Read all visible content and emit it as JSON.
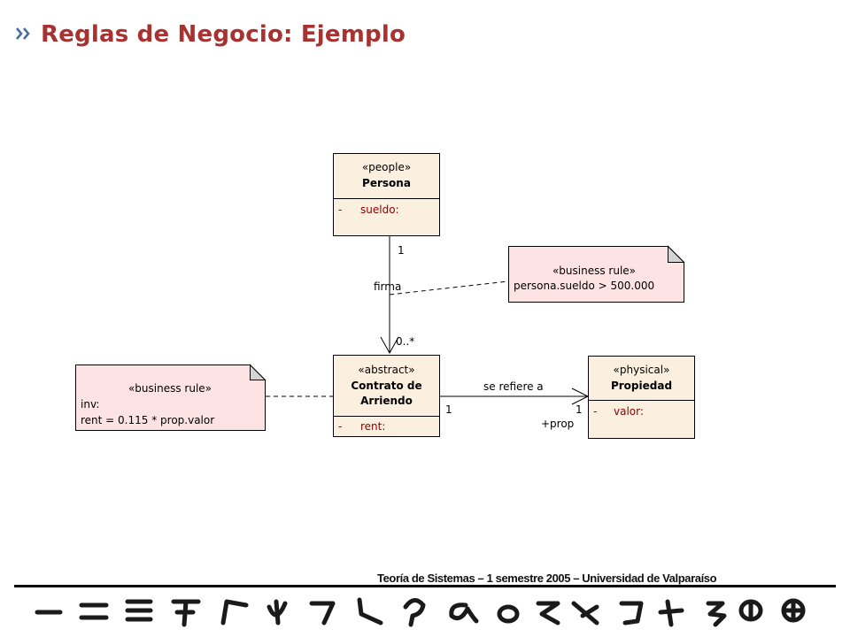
{
  "slide": {
    "title": "Reglas de Negocio: Ejemplo",
    "footer": "Teoría de Sistemas – 1 semestre 2005 – Universidad de Valparaíso"
  },
  "colors": {
    "title": "#a83232",
    "class_fill": "#fbf0e0",
    "note_fill": "#fde3e3",
    "attribute_text": "#8b0000"
  },
  "diagram": {
    "persona": {
      "stereotype": "«people»",
      "name": "Persona",
      "attribute": "sueldo:",
      "visibility": "-"
    },
    "contrato": {
      "stereotype": "«abstract»",
      "name_line1": "Contrato de",
      "name_line2": "Arriendo",
      "attribute": "rent:",
      "visibility": "-"
    },
    "propiedad": {
      "stereotype": "«physical»",
      "name": "Propiedad",
      "attribute": "valor:",
      "visibility": "-"
    },
    "note_persona": {
      "stereotype": "«business rule»",
      "line1": "persona.sueldo > 500.000"
    },
    "note_contrato": {
      "stereotype": "«business rule»",
      "line1": "inv:",
      "line2": "rent = 0.115 * prop.valor"
    },
    "assoc_firma": {
      "label": "firma",
      "mult_top": "1",
      "mult_bottom": "0..*"
    },
    "assoc_refiere": {
      "label": "se refiere a",
      "mult_left": "1",
      "mult_right": "1",
      "role": "+prop"
    }
  },
  "icons": [
    "bullet-chevrons-icon",
    "glyph-strip-decoration"
  ]
}
